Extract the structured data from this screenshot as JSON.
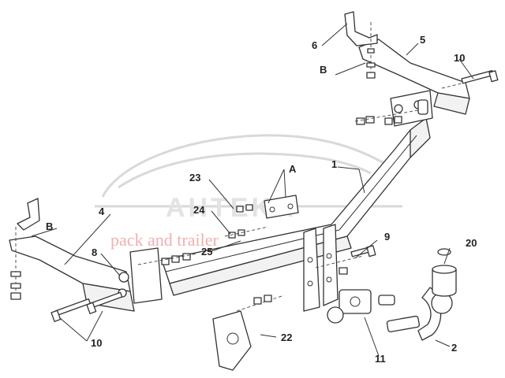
{
  "labels": {
    "l1": "1",
    "l2": "2",
    "l4": "4",
    "l5": "5",
    "l6": "6",
    "l8": "8",
    "l9": "9",
    "l10a": "10",
    "l10b": "10",
    "l11": "11",
    "l20": "20",
    "l22": "22",
    "l23": "23",
    "l24": "24",
    "l25": "25",
    "lA": "A",
    "lBtop": "B",
    "lBleft": "B"
  },
  "watermark": {
    "brand": "AHTEKA",
    "tagline": "pack and trailer"
  }
}
